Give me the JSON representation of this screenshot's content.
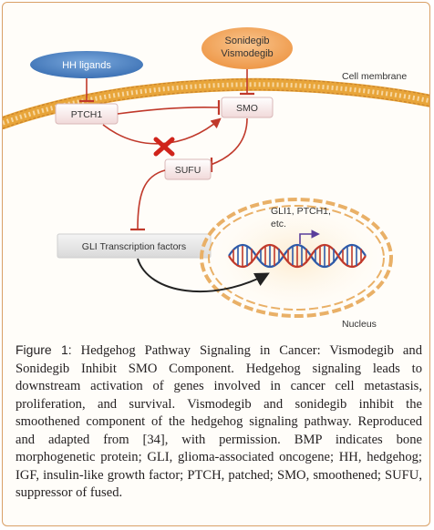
{
  "diagram": {
    "hh_ligands": "HH ligands",
    "drug_1": "Sonidegib",
    "drug_2": "Vismodegib",
    "cell_membrane": "Cell membrane",
    "ptch1": "PTCH1",
    "smo": "SMO",
    "sufu": "SUFU",
    "gli": "GLI Transcription factors",
    "genes_line1": "GLI1, PTCH1,",
    "genes_line2": "etc.",
    "nucleus": "Nucleus"
  },
  "caption": {
    "lead": "Figure 1:",
    "text": "Hedgehog Pathway Signaling in Cancer: Vismodegib and Sonidegib Inhibit SMO Component. Hedgehog signaling leads to downstream activation of genes involved in cancer cell metastasis, proliferation, and survival. Vismodegib and sonidegib inhibit the smoothened component of the hedgehog signaling pathway. Reproduced and adapted from [34], with permission. BMP indicates bone morphogenetic protein; GLI, glioma-associated oncogene; HH, hedgehog; IGF, insulin-like growth factor; PTCH, patched; SMO, smoothened; SUFU, suppressor of fused."
  },
  "colors": {
    "membrane": "#e8a53a",
    "ligand": "#4f86c6",
    "drug": "#f2a65a",
    "inhibit": "#c0392b",
    "box_fill": "#f6e6e6",
    "nucleus": "#e9b067",
    "dna_red": "#c0392b",
    "dna_blue": "#2e5aa8"
  }
}
